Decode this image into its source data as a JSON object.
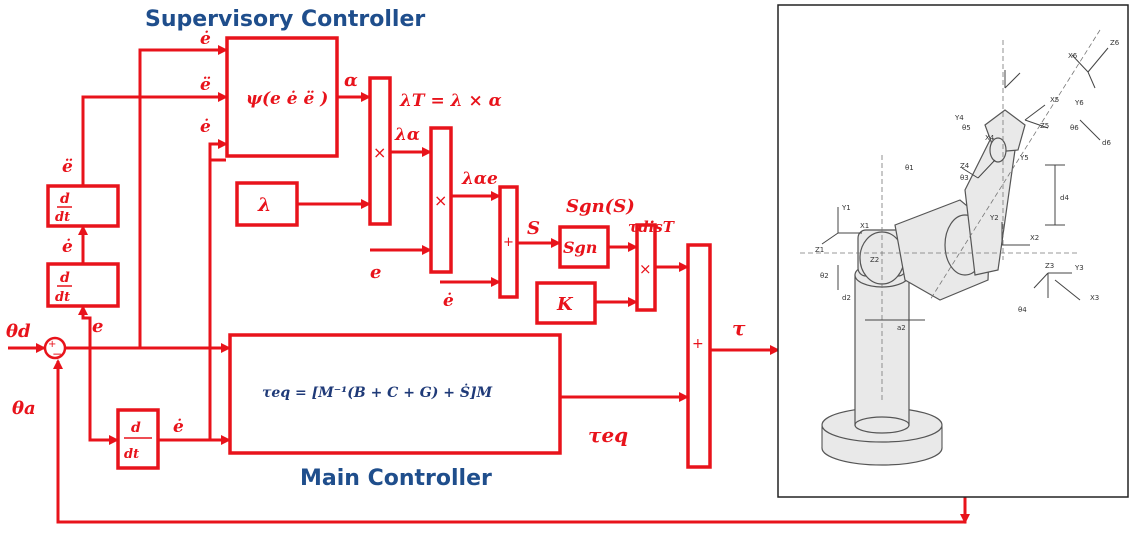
{
  "titles": {
    "supervisory": "Supervisory Controller",
    "main": "Main Controller"
  },
  "blocks": {
    "psi": "ψ(e ė ë )",
    "lambda": "λ",
    "K": "K",
    "sgn": "Sgn",
    "deriv_num": "d",
    "deriv_den": "dt",
    "tau_eq_formula": "τeq = [M⁻¹(B + C + G) + Ṡ]M"
  },
  "operators": {
    "multiply": "×",
    "plus": "+",
    "minus": "−"
  },
  "signals": {
    "theta_d": "θd",
    "theta_a": "θa",
    "e": "e",
    "e_dot": "ė",
    "e_ddot": "ë",
    "alpha": "α",
    "lambda_t": "λT = λ × α",
    "lambda_alpha": "λα",
    "lambda_alpha_e": "λαe",
    "S": "S",
    "sgn_S": "Sgn(S)",
    "tau_dis": "τdisT",
    "tau": "τ",
    "tau_eq": "τeq"
  },
  "robot_labels": [
    "X1",
    "Y1",
    "Z1",
    "X2",
    "Y2",
    "Z2",
    "X3",
    "Y3",
    "Z3",
    "X4",
    "Y4",
    "Z4",
    "X5",
    "Y5",
    "Z5",
    "X6",
    "Y6",
    "Z6",
    "d2",
    "d4",
    "d6",
    "a2",
    "θ1",
    "θ2",
    "θ3",
    "θ4",
    "θ5",
    "θ6"
  ],
  "colors": {
    "signal": "#e8131b",
    "title": "#1f4e8c"
  }
}
